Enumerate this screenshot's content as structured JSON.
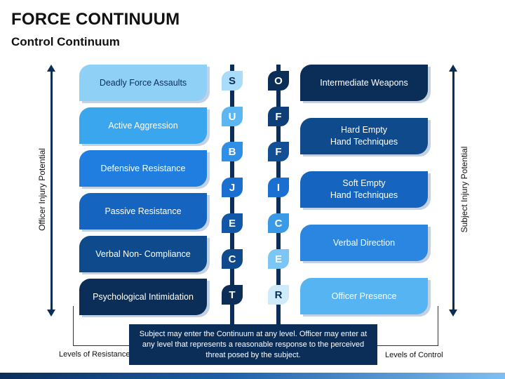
{
  "header": {
    "title": "FORCE CONTINUUM",
    "subtitle": "Control Continuum"
  },
  "axis": {
    "left_label": "Officer Injury Potential",
    "right_label": "Subject  Injury Potential"
  },
  "resistance_levels": [
    {
      "label": "Deadly Force Assaults",
      "fill": "#8fd0f7",
      "text_color": "#0b2e59"
    },
    {
      "label": "Active Aggression",
      "fill": "#3aa6ee",
      "text_color": "#ffffff"
    },
    {
      "label": "Defensive Resistance",
      "fill": "#1f7ee0",
      "text_color": "#ffffff"
    },
    {
      "label": "Passive Resistance",
      "fill": "#1565c0",
      "text_color": "#ffffff"
    },
    {
      "label": "Verbal Non- Compliance",
      "fill": "#0f4a8c",
      "text_color": "#ffffff"
    },
    {
      "label": "Psychological Intimidation",
      "fill": "#0b2e59",
      "text_color": "#ffffff"
    }
  ],
  "control_levels": [
    {
      "label": "Intermediate Weapons",
      "fill": "#0b2e59",
      "text_color": "#ffffff"
    },
    {
      "label": "Hard Empty\nHand Techniques",
      "fill": "#0f4a8c",
      "text_color": "#ffffff"
    },
    {
      "label": "Soft Empty\nHand Techniques",
      "fill": "#1565c0",
      "text_color": "#ffffff"
    },
    {
      "label": "Verbal Direction",
      "fill": "#2a86e0",
      "text_color": "#ffffff"
    },
    {
      "label": "Officer Presence",
      "fill": "#56b4f2",
      "text_color": "#ffffff"
    }
  ],
  "subject_letters": [
    {
      "char": "S",
      "fill": "#a9dcfa",
      "text_color": "#0b2e59"
    },
    {
      "char": "U",
      "fill": "#5cb6f2",
      "text_color": "#ffffff"
    },
    {
      "char": "B",
      "fill": "#2f8fe6",
      "text_color": "#ffffff"
    },
    {
      "char": "J",
      "fill": "#1a6fd0",
      "text_color": "#ffffff"
    },
    {
      "char": "E",
      "fill": "#1257a8",
      "text_color": "#ffffff"
    },
    {
      "char": "C",
      "fill": "#0f4a8c",
      "text_color": "#ffffff"
    },
    {
      "char": "T",
      "fill": "#0b2e59",
      "text_color": "#ffffff"
    }
  ],
  "force_letters": [
    {
      "char": "O",
      "fill": "#0b2e59",
      "text_color": "#ffffff"
    },
    {
      "char": "F",
      "fill": "#0f3f78",
      "text_color": "#ffffff"
    },
    {
      "char": "F",
      "fill": "#124f95",
      "text_color": "#ffffff"
    },
    {
      "char": "I",
      "fill": "#1a6fd0",
      "text_color": "#ffffff"
    },
    {
      "char": "C",
      "fill": "#3a9ae8",
      "text_color": "#ffffff"
    },
    {
      "char": "E",
      "fill": "#7cc6f5",
      "text_color": "#ffffff"
    },
    {
      "char": "R",
      "fill": "#cfeafb",
      "text_color": "#0b2e59"
    }
  ],
  "footer": {
    "left_label": "Levels of Resistance",
    "right_label": "Levels of Control",
    "note": "Subject may enter the Continuum at any level. Officer may enter at any level that represents a reasonable response to the perceived threat posed by the subject."
  }
}
